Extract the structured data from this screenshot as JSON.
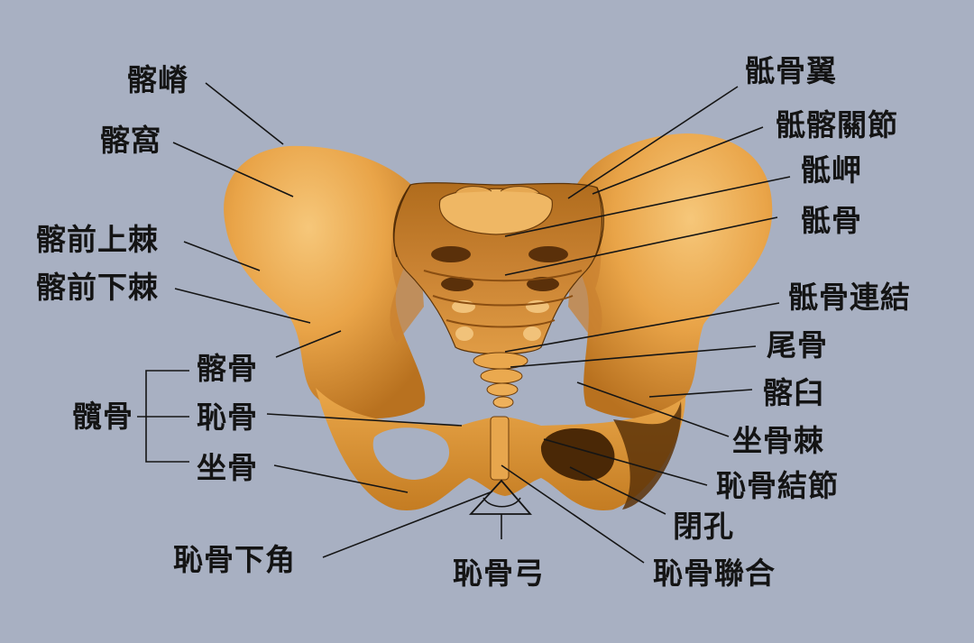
{
  "labels": {
    "iliac_crest": "髂嵴",
    "iliac_fossa": "髂窩",
    "asis": "髂前上棘",
    "aiis": "髂前下棘",
    "ilium": "髂骨",
    "pubis": "恥骨",
    "ischium": "坐骨",
    "hip_bone": "髖骨",
    "subpubic_angle": "恥骨下角",
    "pubic_arch": "恥骨弓",
    "pubic_symphysis": "恥骨聯合",
    "obturator_foramen": "閉孔",
    "pubic_tubercle": "恥骨結節",
    "ischial_spine": "坐骨棘",
    "acetabulum": "髂臼",
    "coccyx": "尾骨",
    "sacrococcygeal_joint": "骶骨連結",
    "sacrum": "骶骨",
    "promontory": "骶岬",
    "sacroiliac_joint": "骶髂關節",
    "sacral_ala": "骶骨翼"
  },
  "colors": {
    "background": "#a8b0c2",
    "bone_light": "#f0b562",
    "bone_mid": "#dc9433",
    "bone_dark": "#a9651a",
    "bone_shadow": "#6a3a0e",
    "leader_line": "#151515"
  }
}
